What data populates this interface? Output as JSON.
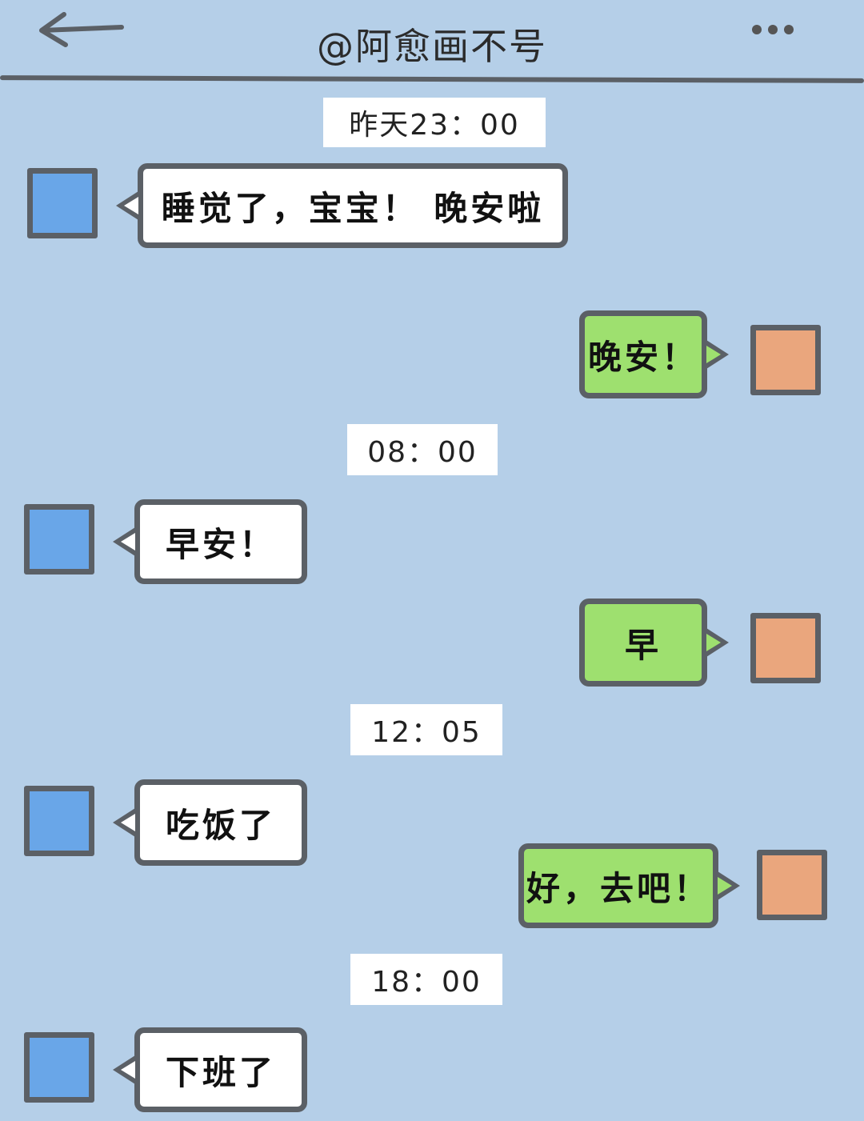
{
  "header": {
    "title": "@阿愈画不号",
    "back_icon": "arrow-left-icon",
    "more_icon": "more-dots-icon"
  },
  "colors": {
    "background": "#b5cfe8",
    "incoming_bubble": "#ffffff",
    "outgoing_bubble": "#9ee06f",
    "contact_avatar": "#69a6e8",
    "self_avatar": "#eaa67d",
    "outline": "#5b6066"
  },
  "chat": {
    "timestamps": [
      "昨天23：00",
      "08：00",
      "12：05",
      "18：00"
    ],
    "messages": [
      {
        "from": "contact",
        "text": "睡觉了，宝宝！ 晚安啦"
      },
      {
        "from": "self",
        "text": "晚安！"
      },
      {
        "from": "contact",
        "text": "早安！"
      },
      {
        "from": "self",
        "text": "早"
      },
      {
        "from": "contact",
        "text": "吃饭了"
      },
      {
        "from": "self",
        "text": "好，去吧！"
      },
      {
        "from": "contact",
        "text": "下班了"
      }
    ]
  }
}
